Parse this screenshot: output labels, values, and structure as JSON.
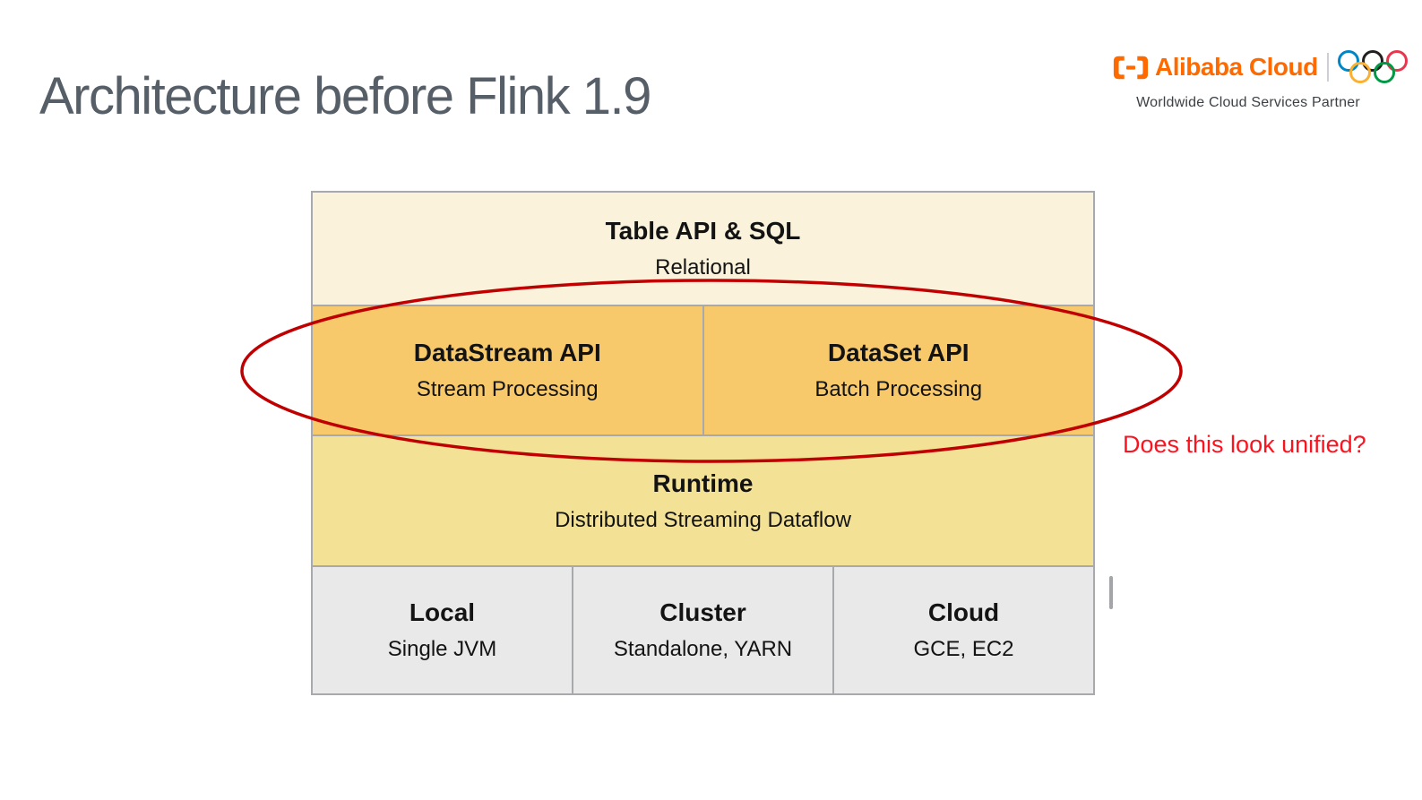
{
  "slide": {
    "title": "Architecture before Flink 1.9",
    "annotation": "Does this look unified?",
    "title_color": "#565e67"
  },
  "logo": {
    "brand": "Alibaba Cloud",
    "tagline": "Worldwide Cloud Services Partner",
    "brand_color": "#FF6A00",
    "ring_colors": [
      "#0085C7",
      "#231F20",
      "#E8364F",
      "#FBB130",
      "#009A45"
    ]
  },
  "diagram": {
    "border_color": "#a7a9ac",
    "layers": [
      {
        "title": "Table API & SQL",
        "subtitle": "Relational",
        "bg": "#faf2da"
      },
      {
        "bg": "#f7c96b",
        "cells": [
          {
            "title": "DataStream API",
            "subtitle": "Stream Processing"
          },
          {
            "title": "DataSet API",
            "subtitle": "Batch Processing"
          }
        ]
      },
      {
        "title": "Runtime",
        "subtitle": "Distributed Streaming Dataflow",
        "bg": "#f3e195"
      },
      {
        "bg": "#e9e9e9",
        "cells": [
          {
            "title": "Local",
            "subtitle": "Single JVM"
          },
          {
            "title": "Cluster",
            "subtitle": "Standalone, YARN"
          },
          {
            "title": "Cloud",
            "subtitle": "GCE, EC2"
          }
        ]
      }
    ]
  },
  "annotation_style": {
    "ellipse_color": "#c00000",
    "text_color": "#fa1420"
  }
}
